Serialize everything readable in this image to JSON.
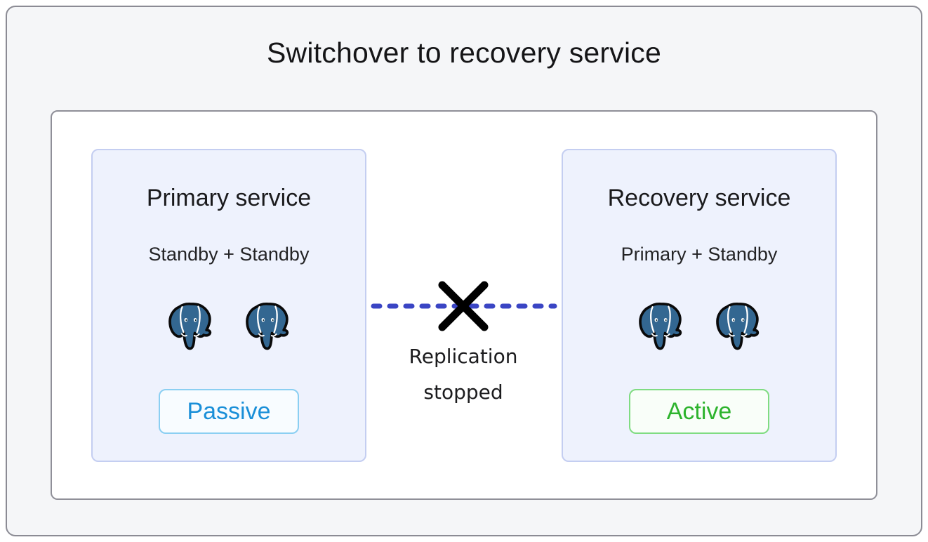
{
  "title": "Switchover to recovery service",
  "cards": {
    "primary": {
      "title": "Primary service",
      "subtitle": "Standby + Standby",
      "status_label": "Passive",
      "status_text_color": "#1a8fd8",
      "status_border_color": "#8bcff2",
      "status_background": "#f8fcff",
      "database_icon": "postgresql-elephant",
      "database_icon_count": 2
    },
    "recovery": {
      "title": "Recovery service",
      "subtitle": "Primary + Standby",
      "status_label": "Active",
      "status_text_color": "#2db32d",
      "status_border_color": "#80dc82",
      "status_background": "#f9fef9",
      "database_icon": "postgresql-elephant",
      "database_icon_count": 2
    }
  },
  "replication": {
    "label_line1": "Replication",
    "label_line2": "stopped",
    "dashed_line_color": "#3a45c4",
    "x_mark_color": "#000000"
  },
  "colors": {
    "canvas_background": "#f5f6f8",
    "frame_border": "#8b8b94",
    "inner_panel_background": "#ffffff",
    "inner_panel_border": "#8f8f98",
    "card_background": "#eef2fd",
    "card_border": "#c4cef1",
    "postgres_blue": "#336791",
    "text_color": "#1b1b1d"
  }
}
